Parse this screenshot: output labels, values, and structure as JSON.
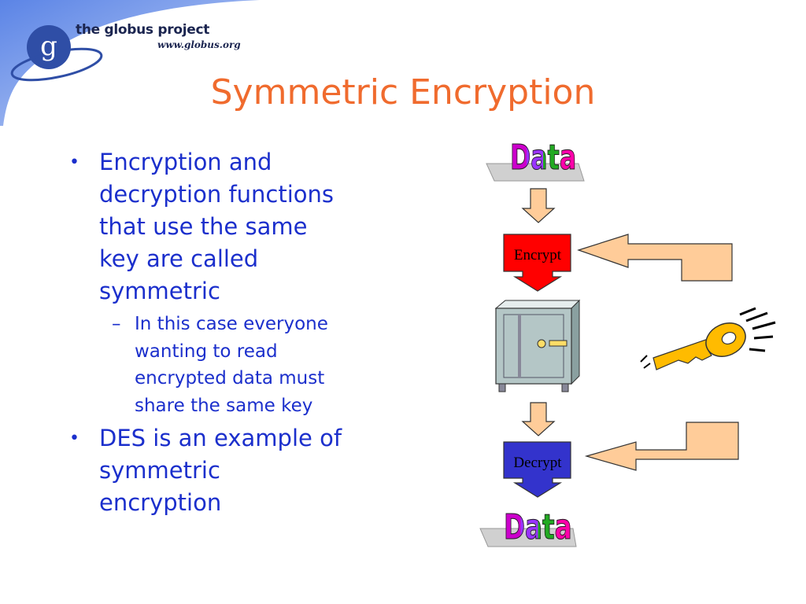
{
  "header": {
    "logo_letter": "g",
    "logo_name": "the globus project",
    "logo_url": "www.globus.org"
  },
  "title": "Symmetric Encryption",
  "bullets": [
    {
      "text_lines": [
        "Encryption and",
        "decryption functions",
        "that use the same",
        "key are called",
        "symmetric"
      ],
      "sub": [
        {
          "text_lines": [
            "In this case everyone",
            "wanting to read",
            "encrypted data must",
            "share the same key"
          ]
        }
      ]
    },
    {
      "text_lines": [
        "DES is an example of",
        "symmetric",
        "encryption"
      ],
      "sub": []
    }
  ],
  "bullet_symbol": "•",
  "sub_bullet_symbol": "–",
  "diagram": {
    "data_top": "Data",
    "encrypt_label": "Encrypt",
    "decrypt_label": "Decrypt",
    "data_bottom": "Data",
    "colors": {
      "encrypt_fill": "#ff0000",
      "decrypt_fill": "#3333cc",
      "arrow_fill": "#ffcc99",
      "safe_fill": "#b4c6c6",
      "key_fill": "#ffbb00",
      "data_letter_colors": [
        "#cc00cc",
        "#9933ff",
        "#22aa22",
        "#ff00aa"
      ]
    }
  },
  "colors": {
    "title": "#f06b2e",
    "bullet_text": "#1b2fcc",
    "corner_swoosh": "#7aa0ee",
    "logo_circle": "#2f4ea6"
  }
}
